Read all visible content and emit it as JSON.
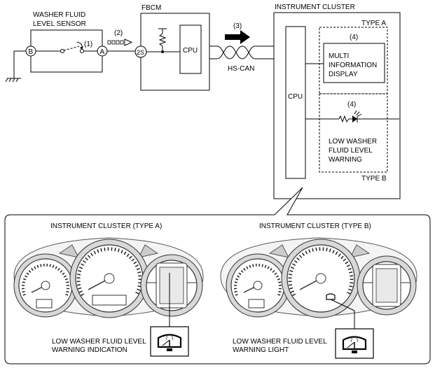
{
  "sensor": {
    "label_line1": "WASHER FLUID",
    "label_line2": "LEVEL SENSOR",
    "terminal_b": "B",
    "terminal_a": "A",
    "callout_1": "(1)"
  },
  "signal_arrow": {
    "callout": "(2)"
  },
  "fbcm": {
    "title": "FBCM",
    "terminal": "2S",
    "cpu": "CPU"
  },
  "can": {
    "label": "HS-CAN",
    "callout": "(3)"
  },
  "cluster": {
    "title": "INSTRUMENT CLUSTER",
    "cpu": "CPU",
    "type_a": {
      "label": "TYPE A",
      "callout": "(4)",
      "display_line1": "MULTI",
      "display_line2": "INFORMATION",
      "display_line3": "DISPLAY"
    },
    "type_b": {
      "label": "TYPE B",
      "callout": "(4)",
      "warning_line1": "LOW WASHER",
      "warning_line2": "FLUID LEVEL",
      "warning_line3": "WARNING"
    }
  },
  "detail": {
    "left": {
      "title": "INSTRUMENT CLUSTER (TYPE A)",
      "caption_line1": "LOW WASHER FLUID LEVEL",
      "caption_line2": "WARNING INDICATION"
    },
    "right": {
      "title": "INSTRUMENT CLUSTER (TYPE B)",
      "caption_line1": "LOW WASHER FLUID LEVEL",
      "caption_line2": "WARNING LIGHT"
    }
  },
  "icons": {
    "washer_icon": "windshield-washer-icon",
    "led_icon": "led-icon",
    "resistor_icon": "resistor-icon",
    "ground_icon": "ground-icon"
  }
}
